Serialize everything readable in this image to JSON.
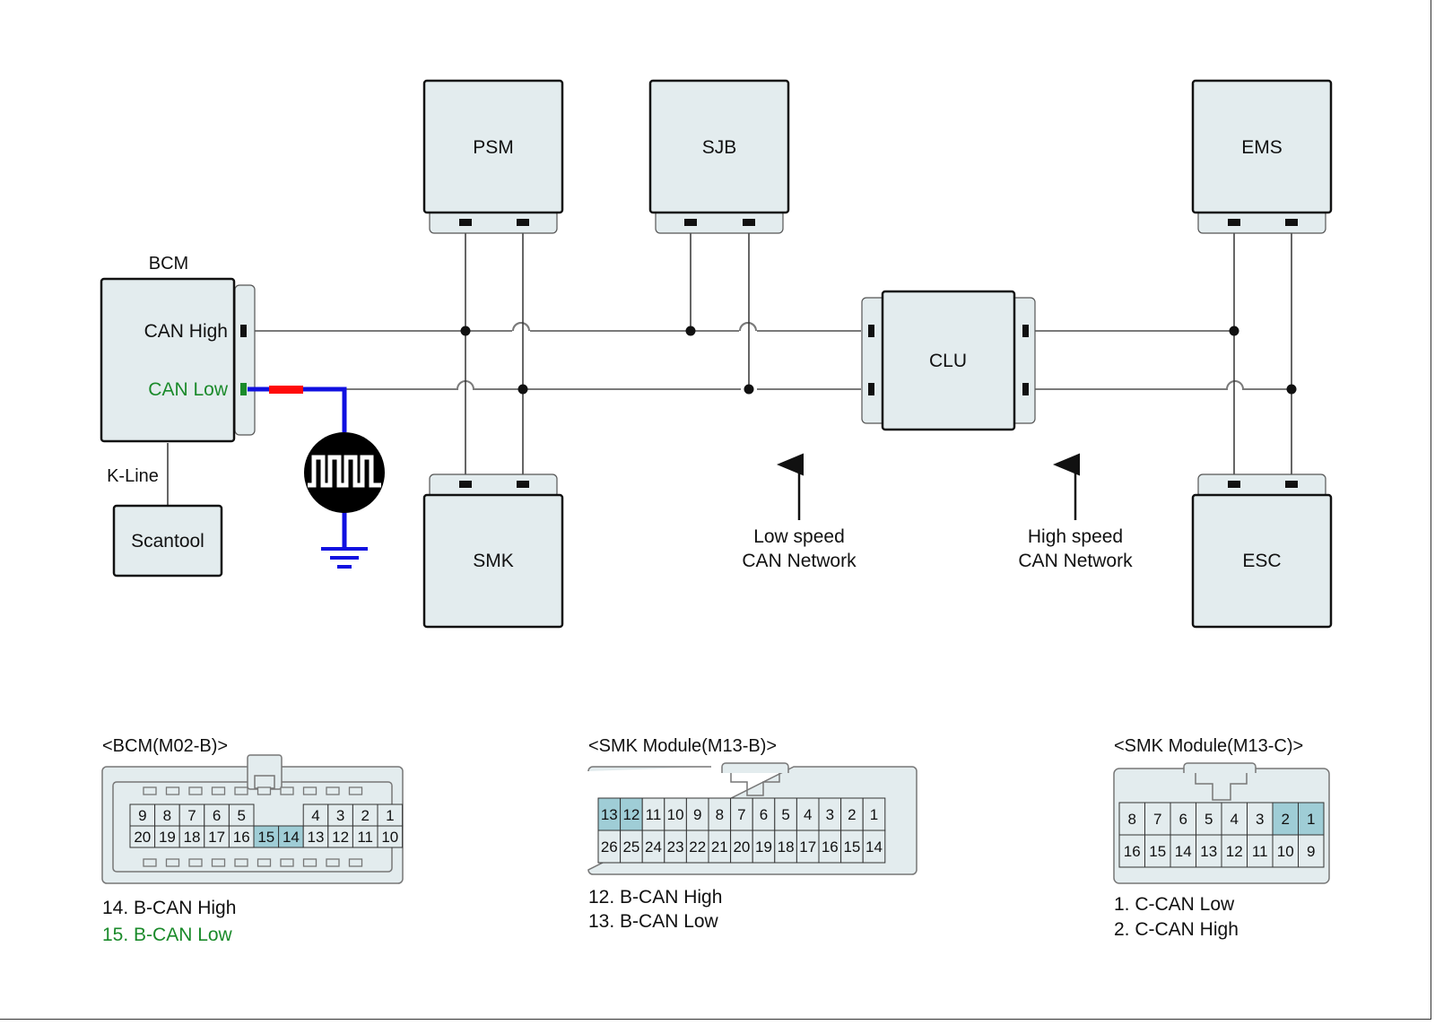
{
  "diagram": {
    "title": "CAN network wiring diagram",
    "colors": {
      "module_fill": "#e3ecee",
      "pin_highlight": "#9fcdd6",
      "can_low_text": "#1a8a2a",
      "probe_wire": "#1010e0",
      "probe_segment": "#ff0a0a",
      "bus_line": "#7a7a7a"
    },
    "modules": {
      "bcm": {
        "label": "BCM",
        "pin_high": "CAN High",
        "pin_low": "CAN Low"
      },
      "psm": {
        "label": "PSM"
      },
      "sjb": {
        "label": "SJB"
      },
      "ems": {
        "label": "EMS"
      },
      "clu": {
        "label": "CLU"
      },
      "smk": {
        "label": "SMK"
      },
      "esc": {
        "label": "ESC"
      },
      "scantool": {
        "label": "Scantool"
      }
    },
    "k_line_label": "K-Line",
    "probe_icon": "oscilloscope-square-wave-icon",
    "ground_icon": "ground-icon",
    "annotations": {
      "low_speed": [
        "Low speed",
        "CAN Network"
      ],
      "high_speed": [
        "High speed",
        "CAN Network"
      ]
    }
  },
  "connectors": [
    {
      "title": "<BCM(M02-B)>",
      "rows": [
        [
          "9",
          "8",
          "7",
          "6",
          "5",
          "",
          "",
          "4",
          "3",
          "2",
          "1"
        ],
        [
          "20",
          "19",
          "18",
          "17",
          "16",
          "15",
          "14",
          "13",
          "12",
          "11",
          "10"
        ]
      ],
      "highlighted": [
        "15",
        "14"
      ],
      "legend": [
        {
          "text": "14. B-CAN High",
          "color": "#111111"
        },
        {
          "text": "15. B-CAN Low",
          "color": "#1a8a2a"
        }
      ]
    },
    {
      "title": "<SMK Module(M13-B)>",
      "rows": [
        [
          "13",
          "12",
          "11",
          "10",
          "9",
          "8",
          "7",
          "6",
          "5",
          "4",
          "3",
          "2",
          "1"
        ],
        [
          "26",
          "25",
          "24",
          "23",
          "22",
          "21",
          "20",
          "19",
          "18",
          "17",
          "16",
          "15",
          "14"
        ]
      ],
      "highlighted": [
        "13",
        "12"
      ],
      "legend": [
        {
          "text": "12. B-CAN High",
          "color": "#111111"
        },
        {
          "text": "13. B-CAN Low",
          "color": "#111111"
        }
      ]
    },
    {
      "title": "<SMK Module(M13-C)>",
      "rows": [
        [
          "8",
          "7",
          "6",
          "5",
          "4",
          "3",
          "2",
          "1"
        ],
        [
          "16",
          "15",
          "14",
          "13",
          "12",
          "11",
          "10",
          "9"
        ]
      ],
      "highlighted": [
        "2",
        "1"
      ],
      "legend": [
        {
          "text": "1. C-CAN Low",
          "color": "#111111"
        },
        {
          "text": "2. C-CAN High",
          "color": "#111111"
        }
      ]
    }
  ]
}
